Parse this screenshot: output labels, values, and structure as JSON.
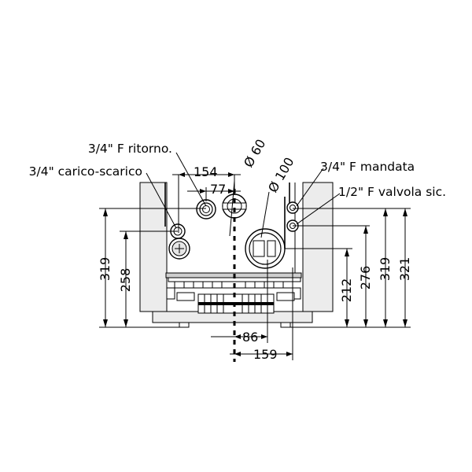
{
  "labels": {
    "return": "3/4\" F ritorno.",
    "fill_drain": "3/4\" carico-scarico",
    "flow": "3/4\" F mandata",
    "safety_valve": "1/2\" F valvola sic.",
    "flue_60": "Ø 60",
    "flue_100": "Ø 100"
  },
  "dimensions": {
    "top_154": "154",
    "top_77": "77",
    "left_319": "319",
    "left_258": "258",
    "right_212": "212",
    "right_276": "276",
    "right_319": "319",
    "right_321": "321",
    "bottom_86": "86",
    "bottom_159": "159"
  }
}
